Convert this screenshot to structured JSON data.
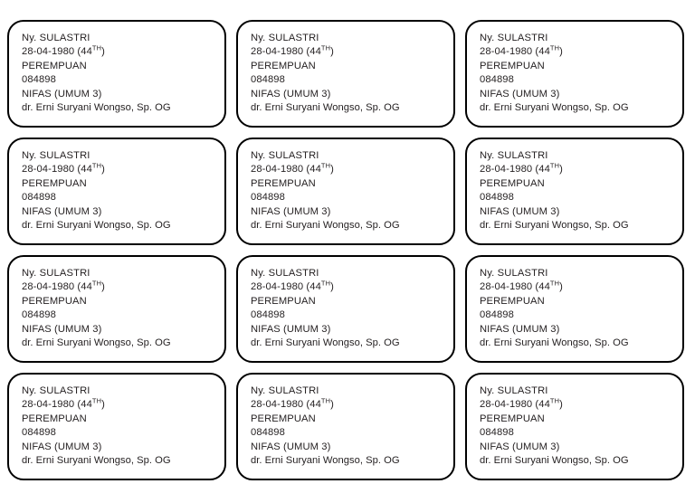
{
  "sheet": {
    "title": "Patient Label Sheet",
    "background_color": "#ffffff",
    "card_border_color": "#000000",
    "text_color": "#231f20",
    "columns": 3,
    "rows": 4,
    "card_count": 12
  },
  "label_template": {
    "name": "Ny. SULASTRI",
    "dob_prefix": "28-04-1980 (44",
    "dob_suffix": ")",
    "age_ordinal": "TH",
    "gender": "PEREMPUAN",
    "record_number": "084898",
    "ward": "NIFAS (UMUM 3)",
    "doctor": "dr. Erni Suryani Wongso, Sp. OG"
  },
  "cards": [
    {
      "index": 1,
      "name": "Ny. SULASTRI",
      "dob_prefix": "28-04-1980 (44",
      "age_ordinal": "TH",
      "dob_suffix": ")",
      "gender": "PEREMPUAN",
      "record_number": "084898",
      "ward": "NIFAS (UMUM 3)",
      "doctor": "dr. Erni Suryani Wongso, Sp. OG"
    },
    {
      "index": 2,
      "name": "Ny. SULASTRI",
      "dob_prefix": "28-04-1980 (44",
      "age_ordinal": "TH",
      "dob_suffix": ")",
      "gender": "PEREMPUAN",
      "record_number": "084898",
      "ward": "NIFAS (UMUM 3)",
      "doctor": "dr. Erni Suryani Wongso, Sp. OG"
    },
    {
      "index": 3,
      "name": "Ny. SULASTRI",
      "dob_prefix": "28-04-1980 (44",
      "age_ordinal": "TH",
      "dob_suffix": ")",
      "gender": "PEREMPUAN",
      "record_number": "084898",
      "ward": "NIFAS (UMUM 3)",
      "doctor": "dr. Erni Suryani Wongso, Sp. OG"
    },
    {
      "index": 4,
      "name": "Ny. SULASTRI",
      "dob_prefix": "28-04-1980 (44",
      "age_ordinal": "TH",
      "dob_suffix": ")",
      "gender": "PEREMPUAN",
      "record_number": "084898",
      "ward": "NIFAS (UMUM 3)",
      "doctor": "dr. Erni Suryani Wongso, Sp. OG"
    },
    {
      "index": 5,
      "name": "Ny. SULASTRI",
      "dob_prefix": "28-04-1980 (44",
      "age_ordinal": "TH",
      "dob_suffix": ")",
      "gender": "PEREMPUAN",
      "record_number": "084898",
      "ward": "NIFAS (UMUM 3)",
      "doctor": "dr. Erni Suryani Wongso, Sp. OG"
    },
    {
      "index": 6,
      "name": "Ny. SULASTRI",
      "dob_prefix": "28-04-1980 (44",
      "age_ordinal": "TH",
      "dob_suffix": ")",
      "gender": "PEREMPUAN",
      "record_number": "084898",
      "ward": "NIFAS (UMUM 3)",
      "doctor": "dr. Erni Suryani Wongso, Sp. OG"
    },
    {
      "index": 7,
      "name": "Ny. SULASTRI",
      "dob_prefix": "28-04-1980 (44",
      "age_ordinal": "TH",
      "dob_suffix": ")",
      "gender": "PEREMPUAN",
      "record_number": "084898",
      "ward": "NIFAS (UMUM 3)",
      "doctor": "dr. Erni Suryani Wongso, Sp. OG"
    },
    {
      "index": 8,
      "name": "Ny. SULASTRI",
      "dob_prefix": "28-04-1980 (44",
      "age_ordinal": "TH",
      "dob_suffix": ")",
      "gender": "PEREMPUAN",
      "record_number": "084898",
      "ward": "NIFAS (UMUM 3)",
      "doctor": "dr. Erni Suryani Wongso, Sp. OG"
    },
    {
      "index": 9,
      "name": "Ny. SULASTRI",
      "dob_prefix": "28-04-1980 (44",
      "age_ordinal": "TH",
      "dob_suffix": ")",
      "gender": "PEREMPUAN",
      "record_number": "084898",
      "ward": "NIFAS (UMUM 3)",
      "doctor": "dr. Erni Suryani Wongso, Sp. OG"
    },
    {
      "index": 10,
      "name": "Ny. SULASTRI",
      "dob_prefix": "28-04-1980 (44",
      "age_ordinal": "TH",
      "dob_suffix": ")",
      "gender": "PEREMPUAN",
      "record_number": "084898",
      "ward": "NIFAS (UMUM 3)",
      "doctor": "dr. Erni Suryani Wongso, Sp. OG"
    },
    {
      "index": 11,
      "name": "Ny. SULASTRI",
      "dob_prefix": "28-04-1980 (44",
      "age_ordinal": "TH",
      "dob_suffix": ")",
      "gender": "PEREMPUAN",
      "record_number": "084898",
      "ward": "NIFAS (UMUM 3)",
      "doctor": "dr. Erni Suryani Wongso, Sp. OG"
    },
    {
      "index": 12,
      "name": "Ny. SULASTRI",
      "dob_prefix": "28-04-1980 (44",
      "age_ordinal": "TH",
      "dob_suffix": ")",
      "gender": "PEREMPUAN",
      "record_number": "084898",
      "ward": "NIFAS (UMUM 3)",
      "doctor": "dr. Erni Suryani Wongso, Sp. OG"
    }
  ]
}
